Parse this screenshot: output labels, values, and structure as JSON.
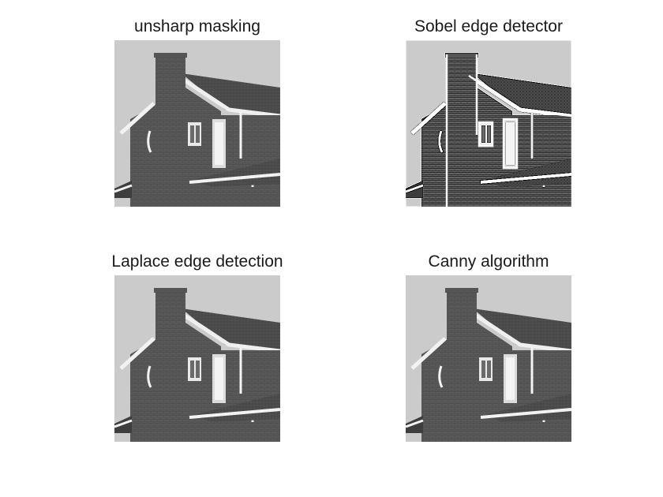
{
  "figure": {
    "panels": [
      {
        "title": "unsharp masking"
      },
      {
        "title": "Sobel edge detector"
      },
      {
        "title": "Laplace edge detection"
      },
      {
        "title": "Canny algorithm"
      }
    ]
  },
  "colors": {
    "sky": "#c8c8c8",
    "brick": "#5a5a5a",
    "roof": "#4a4a4a",
    "trim": "#f2f2f2",
    "edge": "#ffffff"
  }
}
